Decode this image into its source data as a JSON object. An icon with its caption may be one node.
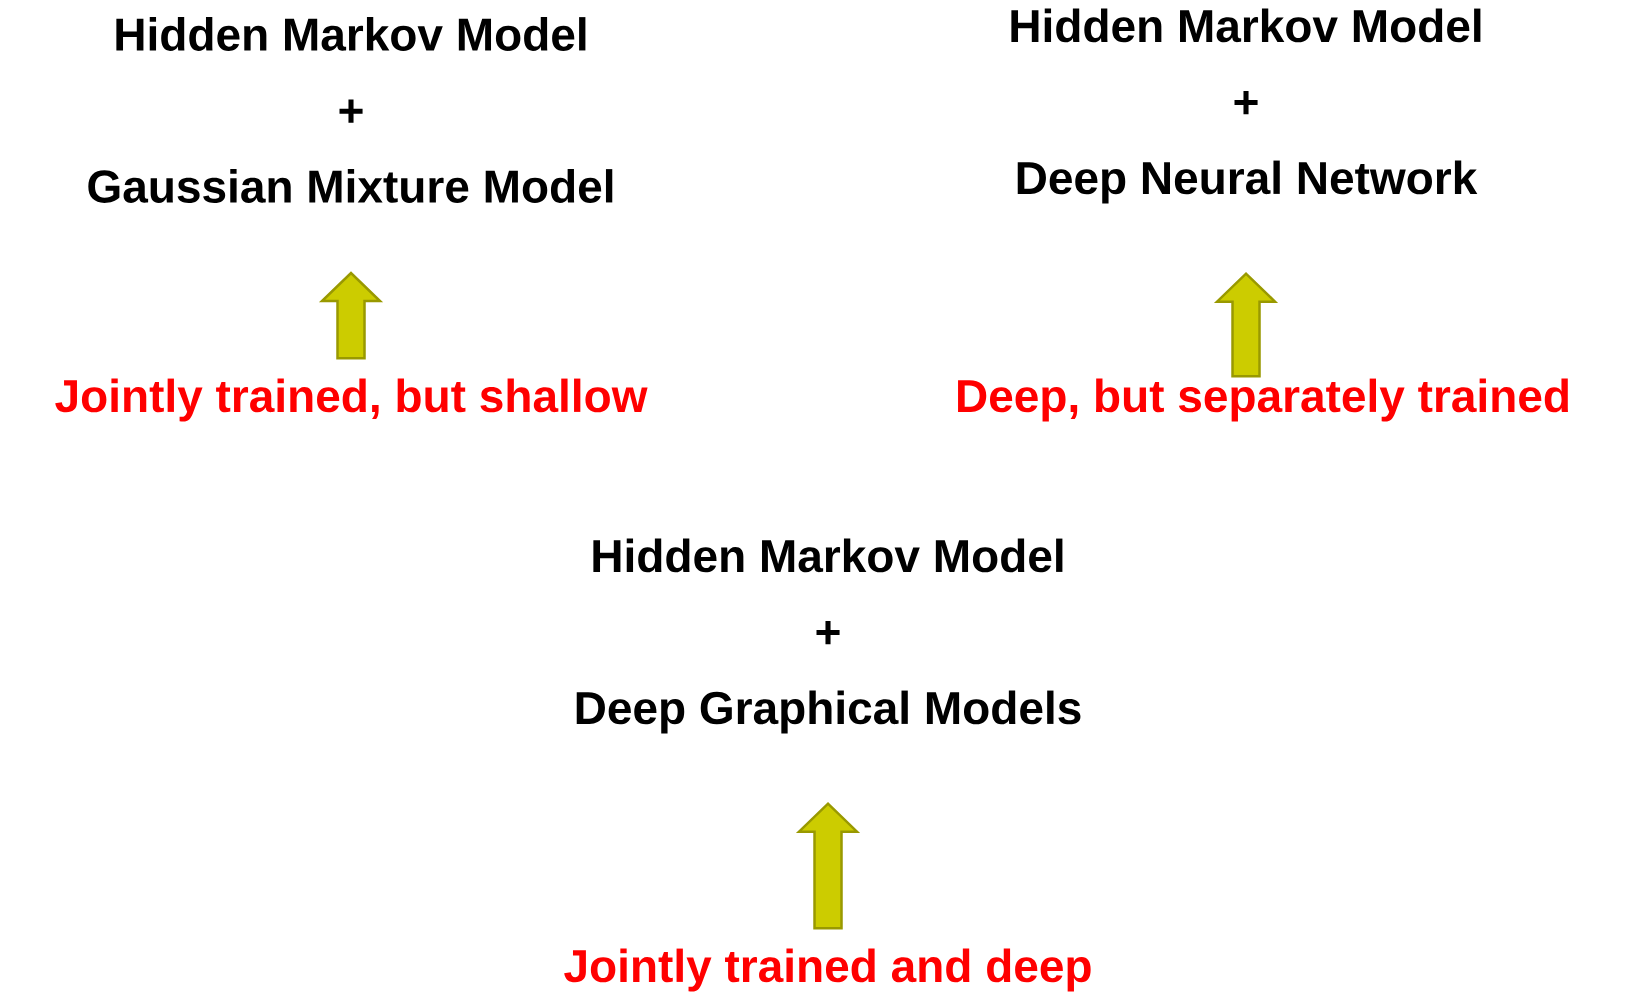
{
  "diagram": {
    "nodes": [
      {
        "text": [
          "Hidden Markov Model",
          "+",
          "Gaussian Mixture Model"
        ]
      },
      {
        "text": [
          "Jointly trained, but shallow"
        ]
      },
      {
        "text": [
          "Hidden Markov Model",
          "+",
          "Deep Neural Network"
        ]
      },
      {
        "text": [
          "Deep, but separately trained"
        ]
      },
      {
        "text": [
          "Hidden Markov Model",
          "+",
          "Deep Graphical Models"
        ]
      },
      {
        "text": [
          "Jointly trained and deep"
        ]
      }
    ],
    "edges": [
      {
        "from": 1,
        "to": 0,
        "arrow": "to",
        "style": "thick"
      },
      {
        "from": 3,
        "to": 2,
        "arrow": "to",
        "style": "thick"
      },
      {
        "from": 5,
        "to": 4,
        "arrow": "to",
        "style": "thick"
      }
    ]
  }
}
